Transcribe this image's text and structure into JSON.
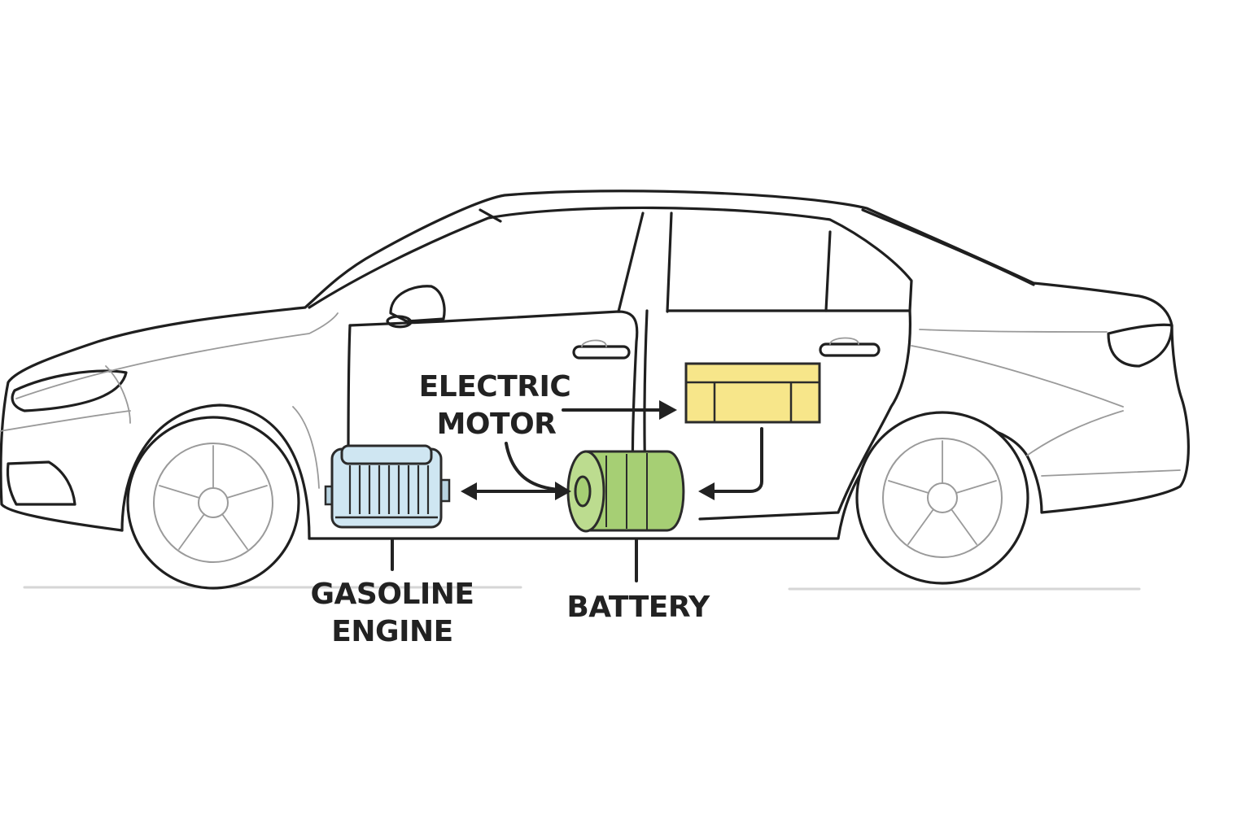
{
  "labels": {
    "electric_motor_line1": "ELECTRIC",
    "electric_motor_line2": "MOTOR",
    "gasoline_engine_line1": "GASOLINE",
    "gasoline_engine_line2": "ENGINE",
    "battery": "BATTERY"
  },
  "colors": {
    "engine_fill": "#cfe6f2",
    "engine_stroke": "#2b2b2b",
    "motor_fill": "#a6cf74",
    "battery_pack_fill": "#f7e68a",
    "outline": "#1f1f1f",
    "detail_lines": "#9a9a9a",
    "label_text": "#222222"
  }
}
